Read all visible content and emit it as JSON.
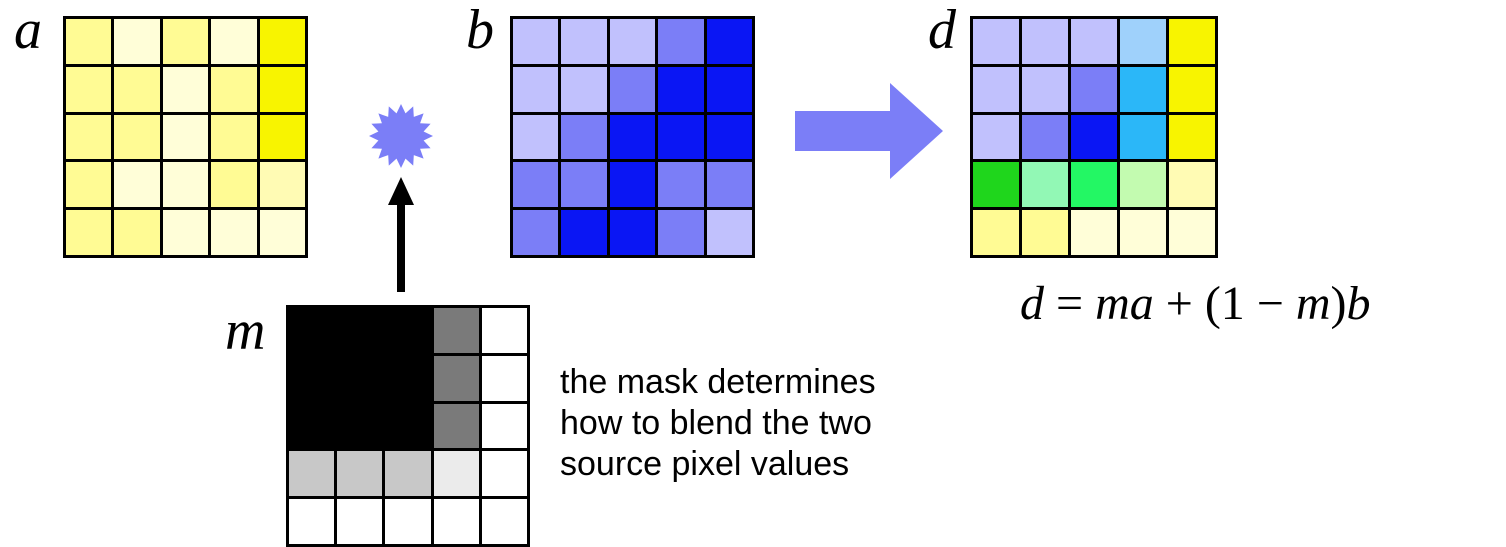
{
  "labels": {
    "a": "a",
    "b": "b",
    "d": "d",
    "m": "m"
  },
  "formula": {
    "lhs": "d",
    "eq": " = ",
    "t1": "ma",
    "plus": " + (1 − ",
    "t2": "m",
    "close": ")",
    "t3": "b"
  },
  "caption": {
    "line1": "the mask determines",
    "line2": "how to blend the two",
    "line3": "source pixel values"
  },
  "colors": {
    "operator_star": "#7b7ef7",
    "arrow_right": "#7b7ef7",
    "arrow_up": "#000000"
  },
  "icons": {
    "operator": "star-burst-icon",
    "result_arrow": "arrow-right-icon",
    "mask_arrow": "arrow-up-icon"
  },
  "grids": {
    "a": [
      [
        "#fffb94",
        "#fffed8",
        "#fffb94",
        "#fffed8",
        "#f8f400"
      ],
      [
        "#fffb94",
        "#fffb94",
        "#fffed8",
        "#fffb94",
        "#f8f400"
      ],
      [
        "#fffb94",
        "#fffb94",
        "#fffed8",
        "#fffb94",
        "#f8f400"
      ],
      [
        "#fffb94",
        "#fffed8",
        "#fffed8",
        "#fffb94",
        "#fffbb4"
      ],
      [
        "#fffb94",
        "#fffb94",
        "#fffed8",
        "#fffed8",
        "#fffed8"
      ]
    ],
    "b": [
      [
        "#c1c1fd",
        "#c1c1fd",
        "#c1c1fd",
        "#7b7ef7",
        "#0a16f4"
      ],
      [
        "#c1c1fd",
        "#c1c1fd",
        "#7b7ef7",
        "#0a16f4",
        "#0a16f4"
      ],
      [
        "#c1c1fd",
        "#7b7ef7",
        "#0a16f4",
        "#0a16f4",
        "#0a16f4"
      ],
      [
        "#7b7ef7",
        "#7b7ef7",
        "#0a16f4",
        "#7b7ef7",
        "#7b7ef7"
      ],
      [
        "#7b7ef7",
        "#0a16f4",
        "#0a16f4",
        "#7b7ef7",
        "#c1c1fd"
      ]
    ],
    "d": [
      [
        "#c1c1fd",
        "#c1c1fd",
        "#c1c1fd",
        "#9fd1fb",
        "#f8f400"
      ],
      [
        "#c1c1fd",
        "#c1c1fd",
        "#7b7ef7",
        "#2bb7f8",
        "#f8f400"
      ],
      [
        "#c1c1fd",
        "#7b7ef7",
        "#0a16f4",
        "#2bb7f8",
        "#f8f400"
      ],
      [
        "#1fd61c",
        "#92f8b5",
        "#23f764",
        "#c3fbb0",
        "#fffbb4"
      ],
      [
        "#fffb94",
        "#fffb94",
        "#fffed8",
        "#fffed8",
        "#fffed8"
      ]
    ],
    "m": [
      [
        "#000000",
        "#000000",
        "#000000",
        "#7a7a7a",
        "#ffffff"
      ],
      [
        "#000000",
        "#000000",
        "#000000",
        "#7a7a7a",
        "#ffffff"
      ],
      [
        "#000000",
        "#000000",
        "#000000",
        "#7a7a7a",
        "#ffffff"
      ],
      [
        "#c8c8c8",
        "#c8c8c8",
        "#c8c8c8",
        "#ebebeb",
        "#ffffff"
      ],
      [
        "#ffffff",
        "#ffffff",
        "#ffffff",
        "#ffffff",
        "#ffffff"
      ]
    ]
  }
}
